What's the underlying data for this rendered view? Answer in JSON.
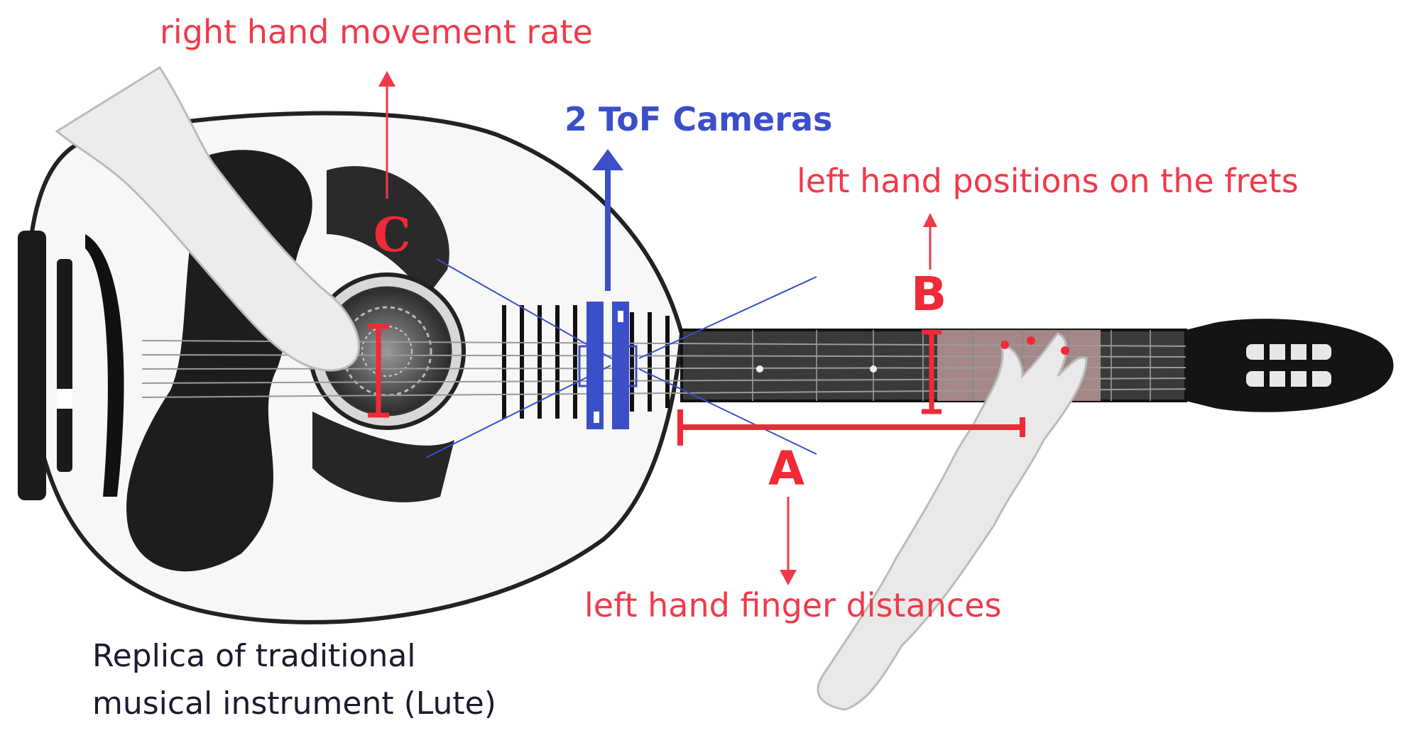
{
  "labels": {
    "right_hand": "right hand movement rate",
    "cameras": "2 ToF Cameras",
    "left_hand_frets": "left hand positions on the frets",
    "left_hand_fingers": "left hand finger distances",
    "caption_line1": "Replica of traditional",
    "caption_line2": "musical instrument (Lute)"
  },
  "markers": {
    "a": "A",
    "b": "B",
    "c": "C"
  },
  "colors": {
    "annotation_red": "#f03a4a",
    "camera_blue": "#3b4fc8",
    "caption_dark": "#1b1b30"
  }
}
